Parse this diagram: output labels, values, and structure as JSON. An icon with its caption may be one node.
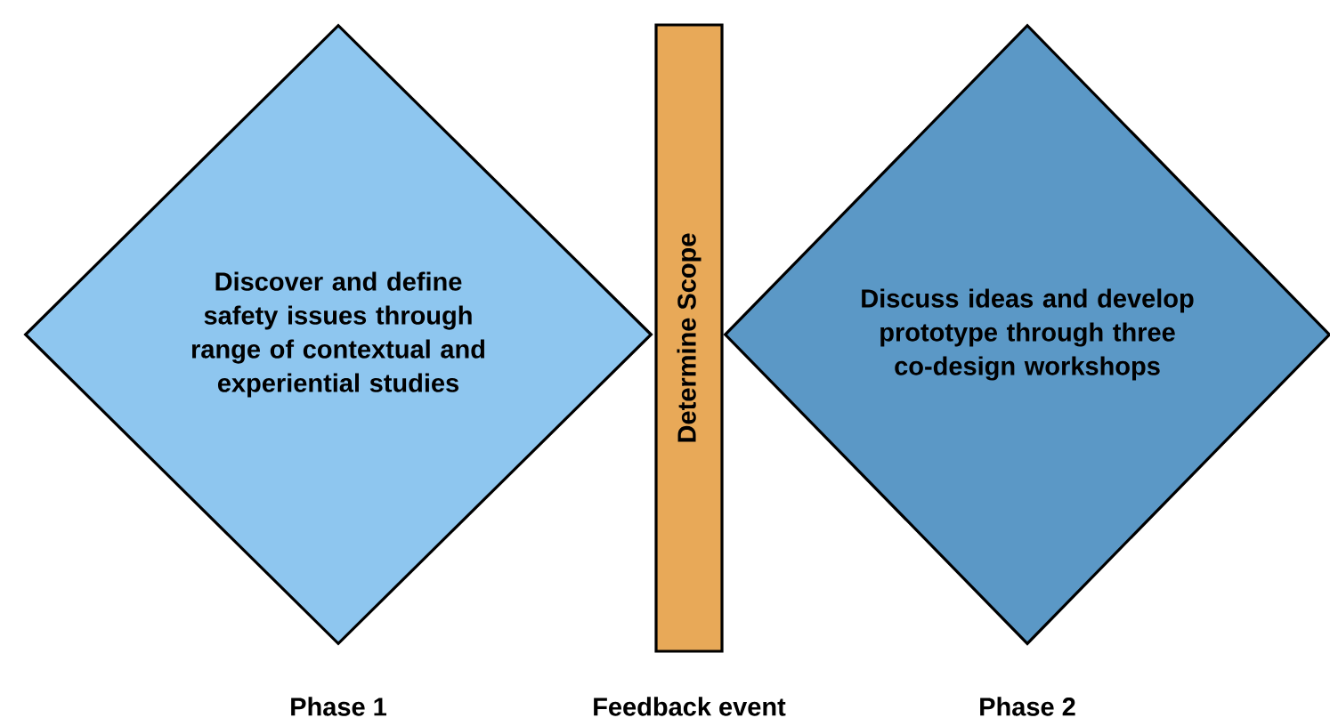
{
  "diagram": {
    "nodes": [
      {
        "text": [
          "Discover and define safety issues through range of contextual and experiential studies"
        ],
        "beside": [
          "Phase 1"
        ]
      },
      {
        "text": [
          "Determine Scope"
        ],
        "beside": [
          "Feedback event"
        ]
      },
      {
        "text": [
          "Discuss ideas and develop prototype through three co-design workshops"
        ],
        "beside": [
          "Phase 2"
        ]
      }
    ]
  }
}
